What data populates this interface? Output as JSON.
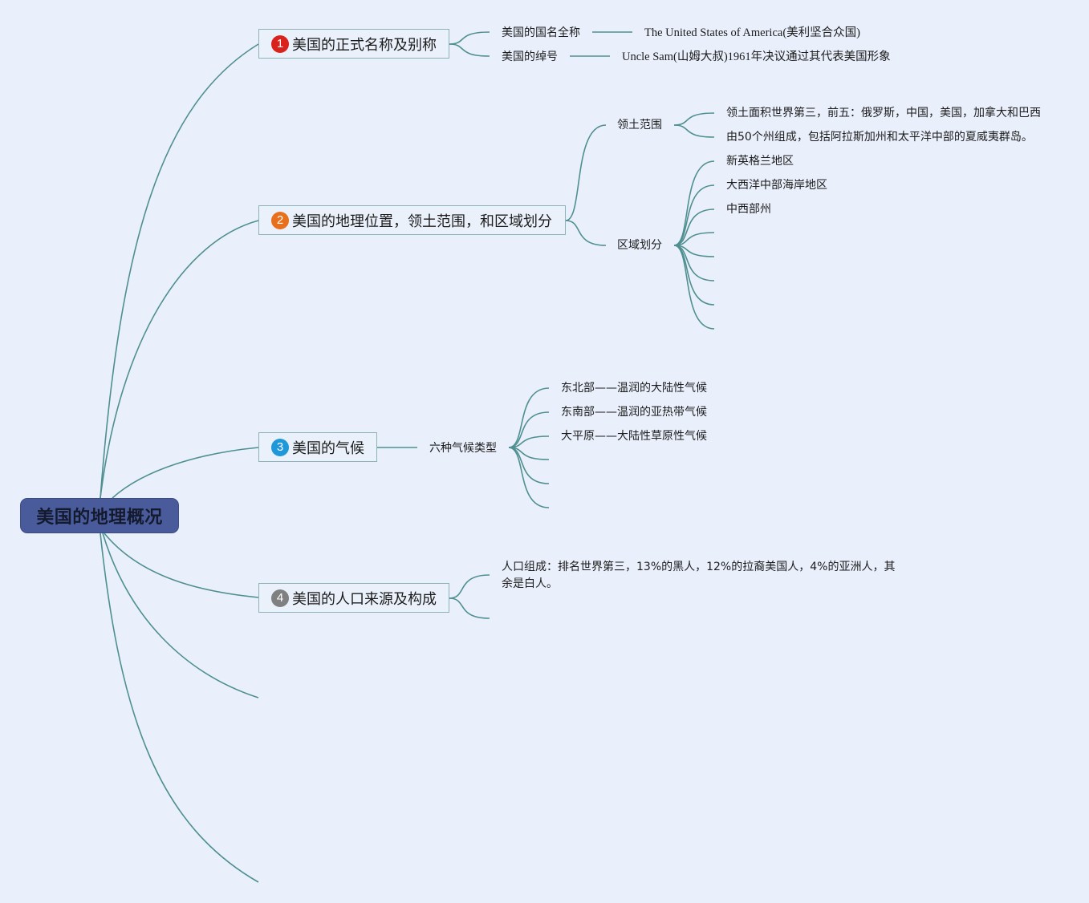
{
  "colors": {
    "line": "#4f8f8f",
    "root_fill": "#4a5b9c",
    "topic_border": "#8ab4b8",
    "background": "#e9f0fc"
  },
  "root": {
    "label": "美国的地理概况"
  },
  "topics": [
    {
      "badge": "1",
      "badge_color": "#d9221b",
      "label": "美国的正式名称及别称",
      "children": [
        {
          "label": "美国的国名全称",
          "detail": "The United States of America(美利坚合众国)"
        },
        {
          "label": "美国的绰号",
          "detail": "Uncle Sam(山姆大叔)1961年决议通过其代表美国形象"
        }
      ]
    },
    {
      "badge": "2",
      "badge_color": "#e8701c",
      "label": "美国的地理位置，领土范围，和区域划分",
      "children": [
        {
          "label": "领土范围",
          "items": [
            "领土面积世界第三，前五：俄罗斯，中国，美国，加拿大和巴西",
            "由50个州组成，包括阿拉斯加州和太平洋中部的夏威夷群岛。"
          ]
        },
        {
          "label": "区域划分",
          "items": [
            "新英格兰地区",
            "大西洋中部海岸地区",
            "中西部州"
          ]
        }
      ]
    },
    {
      "badge": "3",
      "badge_color": "#1e98d9",
      "label": "美国的气候",
      "children": [
        {
          "label": "六种气候类型",
          "items": [
            "东北部——温润的大陆性气候",
            "东南部——温润的亚热带气候",
            "大平原——大陆性草原性气候"
          ]
        }
      ]
    },
    {
      "badge": "4",
      "badge_color": "#808080",
      "label": "美国的人口来源及构成",
      "children": [
        {
          "label": "人口组成：排名世界第三，13%的黑人，12%的拉裔美国人，4%的亚洲人，其余是白人。"
        }
      ]
    }
  ]
}
